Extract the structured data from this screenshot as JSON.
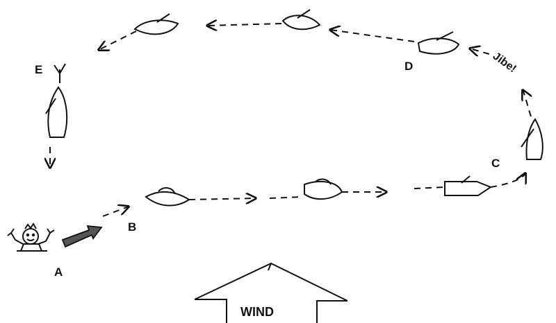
{
  "diagram": {
    "points": [
      {
        "id": "A",
        "label": "A"
      },
      {
        "id": "B",
        "label": "B"
      },
      {
        "id": "C",
        "label": "C"
      },
      {
        "id": "D",
        "label": "D"
      },
      {
        "id": "E",
        "label": "E"
      }
    ],
    "maneuver_label": "Jibe!",
    "wind_label": "WIND"
  },
  "colors": {
    "ink": "#111111",
    "arrow_fill": "#555555",
    "background": "#ffffff"
  }
}
